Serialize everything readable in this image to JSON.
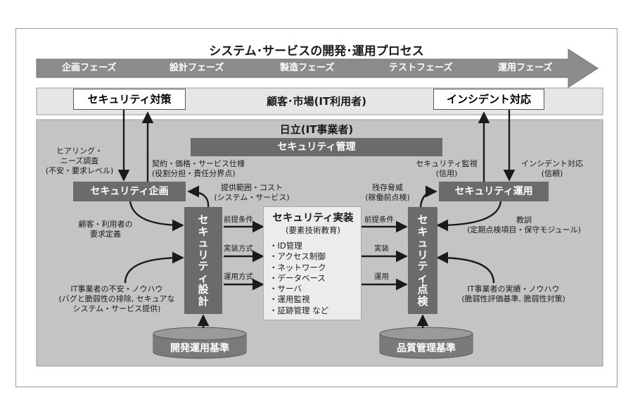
{
  "process_title": "システム･サービスの開発･運用プロセス",
  "phases": [
    "企画フェーズ",
    "設計フェーズ",
    "製造フェーズ",
    "テストフェーズ",
    "運用フェーズ"
  ],
  "market_band": {
    "label": "顧客･市場(IT利用者)",
    "security_measures": "セキュリティ対策",
    "incident_response": "インシデント対応"
  },
  "hitachi": {
    "label": "日立(IT事業者)",
    "security_management": "セキュリティ管理",
    "security_planning": "セキュリティ企画",
    "security_operation": "セキュリティ運用",
    "security_design": [
      "セ",
      "キ",
      "ュ",
      "リ",
      "テ",
      "ィ",
      "設",
      "計"
    ],
    "security_inspection": [
      "セ",
      "キ",
      "ュ",
      "リ",
      "テ",
      "ィ",
      "点",
      "検"
    ],
    "implementation": {
      "title": "セキュリティ実装",
      "subtitle": "(要素技術教育)",
      "items": [
        "・ID管理",
        "・アクセス制御",
        "・ネットワーク",
        "・データベース",
        "・サーバ",
        "・運用監視",
        "・証跡管理 など"
      ]
    },
    "dev_ops_standard": "開発運用基準",
    "quality_standard": "品質管理基準"
  },
  "annotations": {
    "hearing": [
      "ヒアリング・",
      "ニーズ調査",
      "(不安・要求レベル)"
    ],
    "contract": [
      "契約・価格・サービス仕様",
      "(役割分担・責任分界点)"
    ],
    "monitoring": [
      "セキュリティ監視",
      "(信用)"
    ],
    "incident_trust": [
      "インシデント対応",
      "(信頼)"
    ],
    "scope_cost": [
      "提供範囲・コスト",
      "(システム・サービス)"
    ],
    "residual_threat": [
      "残存脅威",
      "(稼働前点検)"
    ],
    "customer_requirements": [
      "顧客・利用者の",
      "要求定義"
    ],
    "lessons": [
      "教訓",
      "(定期点検項目・保守モジュール)"
    ],
    "it_vendor_anxiety": [
      "IT事業者の不安・ノウハウ",
      "(バグと脆弱性の排除, セキュアな",
      "システム・サービス提供)"
    ],
    "it_vendor_results": [
      "IT事業者の実績・ノウハウ",
      "(脆弱性評価基準, 脆弱性対策)"
    ],
    "precondition_left": "前提条件",
    "impl_method": "実装方式",
    "ops_method": "運用方式",
    "precondition_right": "前提条件",
    "impl": "実装",
    "ops": "運用"
  },
  "colors": {
    "dark_box": "#6b6b6b",
    "arrow_band": "#8c8c8c",
    "market_band": "#e6e6e6",
    "hitachi_area": "#c4c4c4",
    "light_box": "#ececec"
  }
}
